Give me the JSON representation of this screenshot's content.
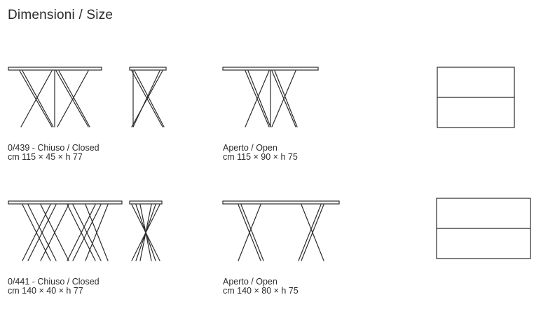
{
  "page": {
    "title": "Dimensioni / Size"
  },
  "rows": [
    {
      "closed": {
        "line1": "0/439 - Chiuso / Closed",
        "line2": "cm 115 × 45 × h 77"
      },
      "open": {
        "line1": "Aperto / Open",
        "line2": "cm 115 × 90 × h 75"
      }
    },
    {
      "closed": {
        "line1": "0/441 - Chiuso / Closed",
        "line2": "cm 140 × 40 × h 77"
      },
      "open": {
        "line1": "Aperto / Open",
        "line2": "cm 140 × 80 × h 75"
      }
    }
  ],
  "colors": {
    "line": "#2b2b2b",
    "text": "#2a2a2a"
  }
}
